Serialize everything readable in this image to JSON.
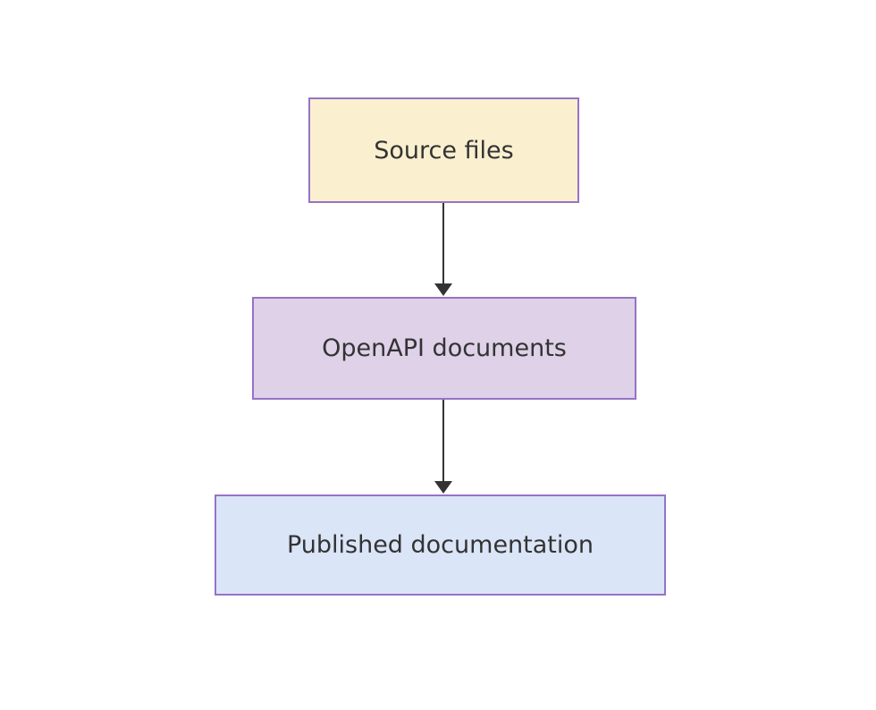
{
  "diagram": {
    "type": "flowchart",
    "direction": "top-to-bottom",
    "background_color": "#ffffff",
    "text_color": "#333333",
    "node_border_color": "#9673c6",
    "arrow_color": "#333333",
    "nodes": [
      {
        "id": "source",
        "label": "Source files",
        "fill": "#faf0cf"
      },
      {
        "id": "openapi",
        "label": "OpenAPI documents",
        "fill": "#ded1e8"
      },
      {
        "id": "published",
        "label": "Published documentation",
        "fill": "#dbe5f8"
      }
    ],
    "edges": [
      {
        "from": "source",
        "to": "openapi",
        "style": "solid-arrow"
      },
      {
        "from": "openapi",
        "to": "published",
        "style": "solid-arrow"
      }
    ]
  }
}
